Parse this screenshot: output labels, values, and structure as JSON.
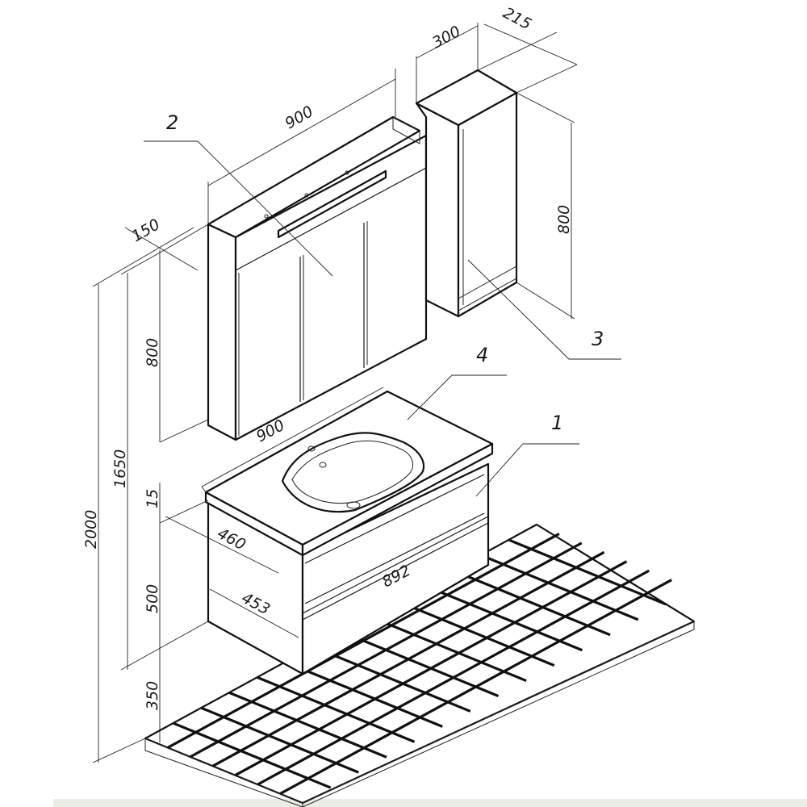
{
  "callouts": {
    "c1": "1",
    "c2": "2",
    "c3": "3",
    "c4": "4"
  },
  "dimensions": {
    "mirror_width": "900",
    "mirror_depth": "150",
    "mirror_height": "800",
    "column_width": "300",
    "column_depth": "215",
    "column_height": "800",
    "top_width": "900",
    "top_thickness": "15",
    "top_depth": "460",
    "cabinet_depth": "453",
    "cabinet_width": "892",
    "cabinet_height": "500",
    "floor_clearance": "350",
    "mirror_top_height": "1650",
    "total_height": "2000"
  }
}
